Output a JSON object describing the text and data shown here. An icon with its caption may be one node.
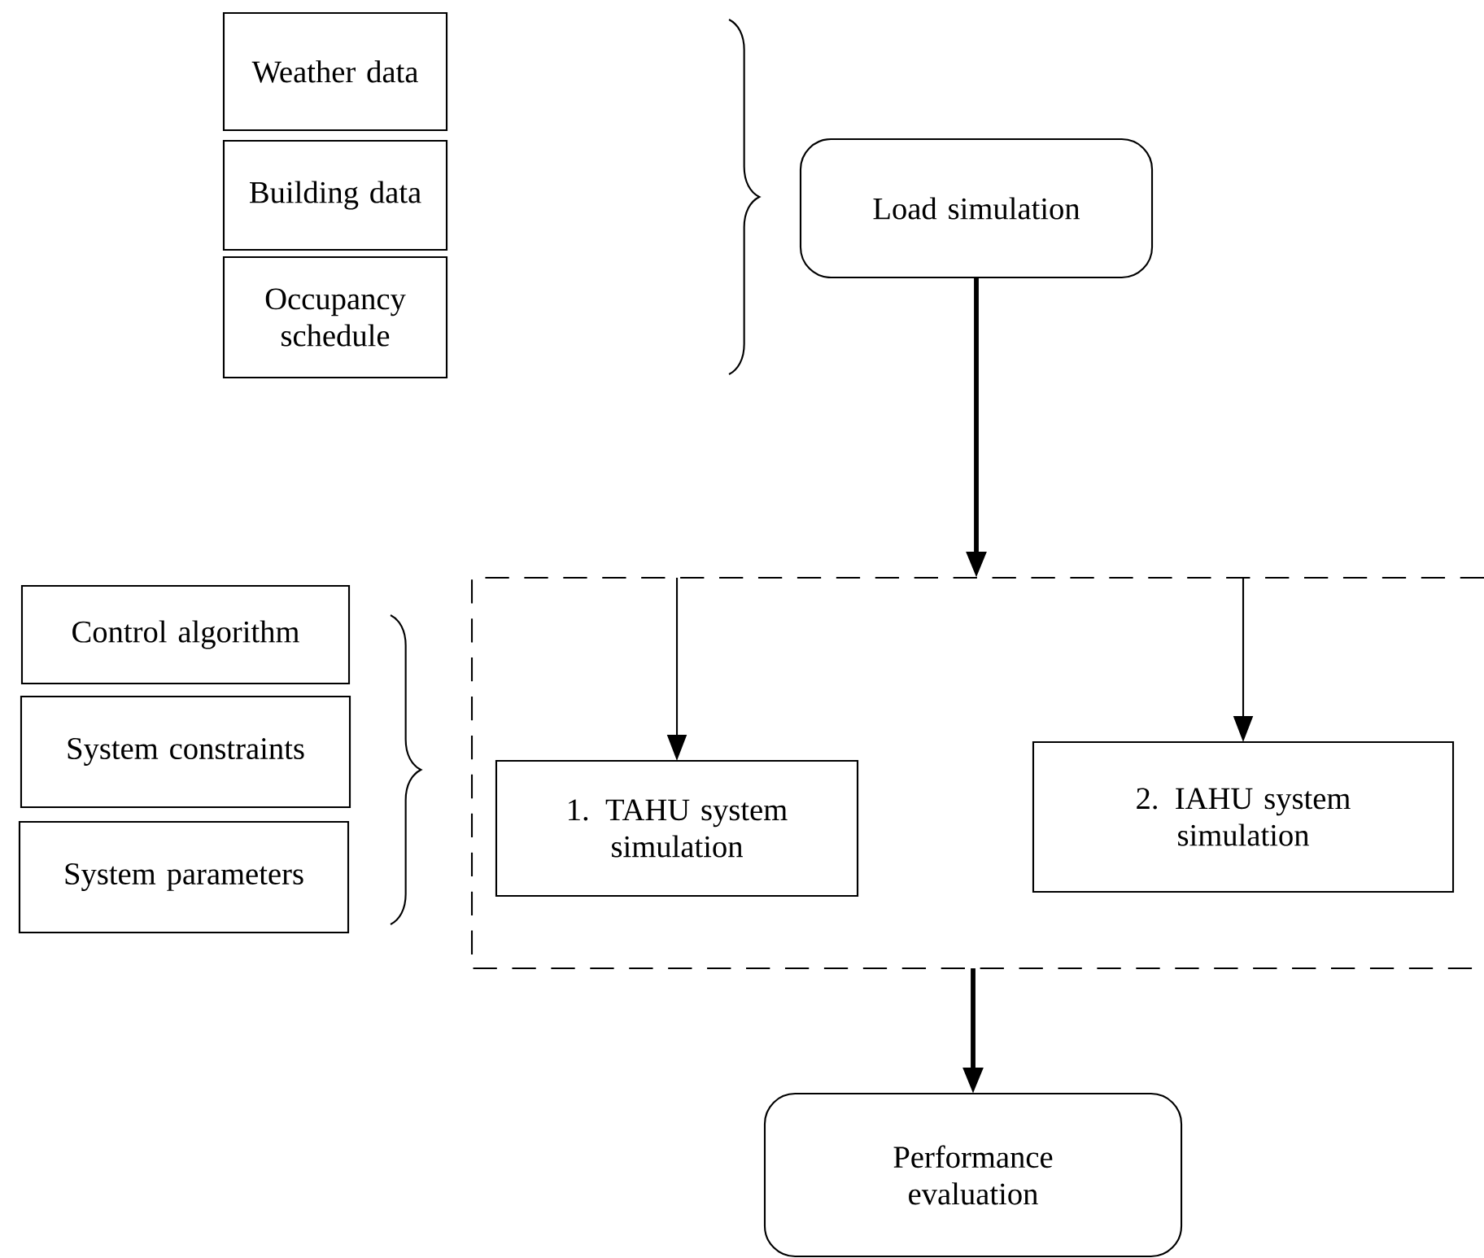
{
  "diagram": {
    "nodes": [
      {
        "text": [
          "Weather data"
        ]
      },
      {
        "text": [
          "Building data"
        ]
      },
      {
        "text": [
          "Occupancy schedule"
        ]
      },
      {
        "text": [
          "Load simulation"
        ]
      },
      {
        "text": [
          "Control algorithm"
        ]
      },
      {
        "text": [
          "System constraints"
        ]
      },
      {
        "text": [
          "System parameters"
        ]
      },
      {
        "text": [],
        "shape": "box"
      },
      {
        "text": [
          "1. TAHU system simulation"
        ],
        "in": 7
      },
      {
        "text": [
          "2. IAHU system simulation"
        ],
        "in": 7
      },
      {
        "text": [
          "Performance evaluation"
        ]
      }
    ],
    "edges": [
      {
        "from": 3,
        "to": 7,
        "arrow": "to",
        "style": "thick"
      },
      {
        "from": 7,
        "to": 8,
        "arrow": "to"
      },
      {
        "from": 7,
        "to": 9,
        "arrow": "to"
      },
      {
        "from": 7,
        "to": 10,
        "arrow": "to",
        "style": "thick"
      }
    ]
  }
}
